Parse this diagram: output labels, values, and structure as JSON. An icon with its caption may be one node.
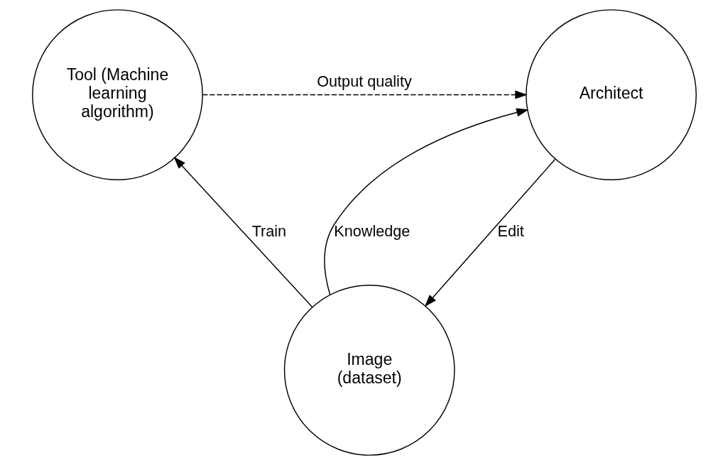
{
  "diagram": {
    "nodes": [
      {
        "text": [
          "Architect"
        ]
      },
      {
        "text": [
          "Tool (Machine learning algorithm)"
        ]
      },
      {
        "text": [
          "Image (dataset)"
        ]
      }
    ],
    "edges": [
      {
        "from": 1,
        "to": 0,
        "arrow": "to",
        "label": "Output quality",
        "style": "dashed"
      },
      {
        "from": 2,
        "to": 0,
        "arrow": "to",
        "label": "Knowledge"
      },
      {
        "from": 0,
        "to": 2,
        "arrow": "to",
        "label": "Edit"
      },
      {
        "from": 2,
        "to": 1,
        "arrow": "to",
        "label": "Train"
      }
    ]
  }
}
